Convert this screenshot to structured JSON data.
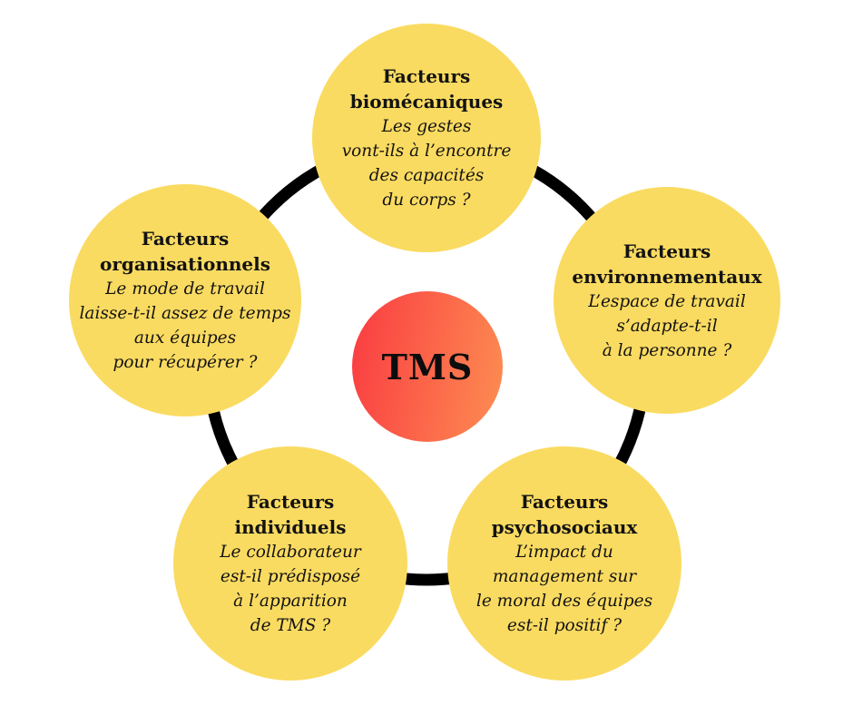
{
  "diagram": {
    "center": {
      "label": "TMS"
    }
  },
  "colors": {
    "node_fill": "#FADB61",
    "ring": "#000000",
    "center_gradient_start": "#FA3B41",
    "center_gradient_end": "#FD8E52",
    "text": "#131313"
  },
  "nodes": [
    {
      "id": "biomecaniques",
      "title_lines": [
        "Facteurs",
        "biomécaniques"
      ],
      "question_lines": [
        "Les gestes",
        "vont-ils à l’encontre",
        "des capacités",
        "du corps ?"
      ]
    },
    {
      "id": "environnementaux",
      "title_lines": [
        "Facteurs",
        "environnementaux"
      ],
      "question_lines": [
        "L’espace de travail",
        "s’adapte-t-il",
        "à la personne ?"
      ]
    },
    {
      "id": "organisationnels",
      "title_lines": [
        "Facteurs",
        "organisationnels"
      ],
      "question_lines": [
        "Le mode de travail",
        "laisse-t-il assez de temps",
        "aux équipes",
        "pour récupérer ?"
      ]
    },
    {
      "id": "individuels",
      "title_lines": [
        "Facteurs",
        "individuels"
      ],
      "question_lines": [
        "Le collaborateur",
        "est-il prédisposé",
        "à l’apparition",
        "de TMS ?"
      ]
    },
    {
      "id": "psychosociaux",
      "title_lines": [
        "Facteurs",
        "psychosociaux"
      ],
      "question_lines": [
        "L’impact du",
        "management sur",
        "le moral des équipes",
        "est-il positif ?"
      ]
    }
  ]
}
